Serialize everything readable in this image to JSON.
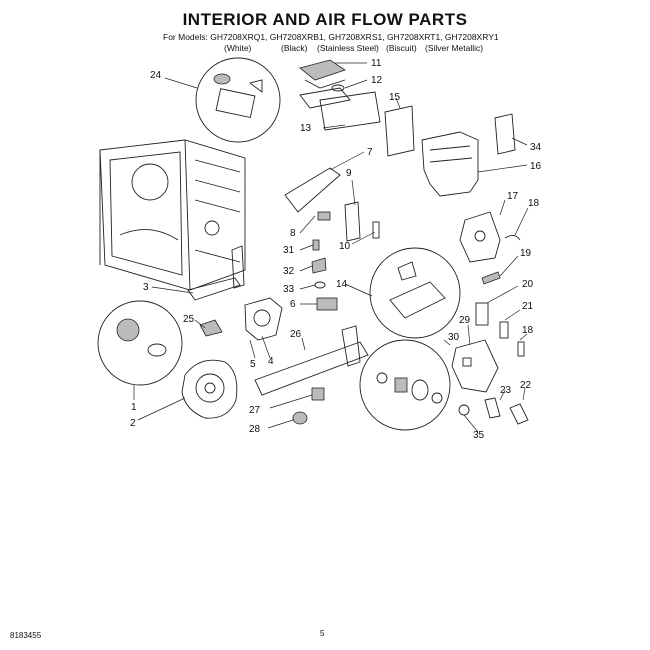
{
  "header": {
    "title": "INTERIOR AND AIR FLOW PARTS",
    "models_line": "For Models: GH7208XRQ1, GH7208XRB1, GH7208XRS1, GH7208XRT1, GH7208XRY1",
    "finishes": [
      "(White)",
      "(Black)",
      "(Stainless Steel)",
      "(Biscuit)",
      "(Silver Metallic)"
    ]
  },
  "footer": {
    "doc_number": "8183455",
    "page_number": "5"
  },
  "callouts": [
    {
      "id": "c11",
      "label": "11"
    },
    {
      "id": "c12",
      "label": "12"
    },
    {
      "id": "c15",
      "label": "15"
    },
    {
      "id": "c13",
      "label": "13"
    },
    {
      "id": "c24",
      "label": "24"
    },
    {
      "id": "c34",
      "label": "34"
    },
    {
      "id": "c16",
      "label": "16"
    },
    {
      "id": "c7",
      "label": "7"
    },
    {
      "id": "c9",
      "label": "9"
    },
    {
      "id": "c17",
      "label": "17"
    },
    {
      "id": "c18a",
      "label": "18"
    },
    {
      "id": "c8",
      "label": "8"
    },
    {
      "id": "c31",
      "label": "31"
    },
    {
      "id": "c10",
      "label": "10"
    },
    {
      "id": "c19",
      "label": "19"
    },
    {
      "id": "c32",
      "label": "32"
    },
    {
      "id": "c3",
      "label": "3"
    },
    {
      "id": "c33",
      "label": "33"
    },
    {
      "id": "c14",
      "label": "14"
    },
    {
      "id": "c20",
      "label": "20"
    },
    {
      "id": "c6",
      "label": "6"
    },
    {
      "id": "c21",
      "label": "21"
    },
    {
      "id": "c25",
      "label": "25"
    },
    {
      "id": "c29",
      "label": "29"
    },
    {
      "id": "c30",
      "label": "30"
    },
    {
      "id": "c18b",
      "label": "18"
    },
    {
      "id": "c26",
      "label": "26"
    },
    {
      "id": "c5",
      "label": "5"
    },
    {
      "id": "c4",
      "label": "4"
    },
    {
      "id": "c1",
      "label": "1"
    },
    {
      "id": "c23",
      "label": "23"
    },
    {
      "id": "c22",
      "label": "22"
    },
    {
      "id": "c2",
      "label": "2"
    },
    {
      "id": "c27",
      "label": "27"
    },
    {
      "id": "c28",
      "label": "28"
    },
    {
      "id": "c35",
      "label": "35"
    }
  ]
}
